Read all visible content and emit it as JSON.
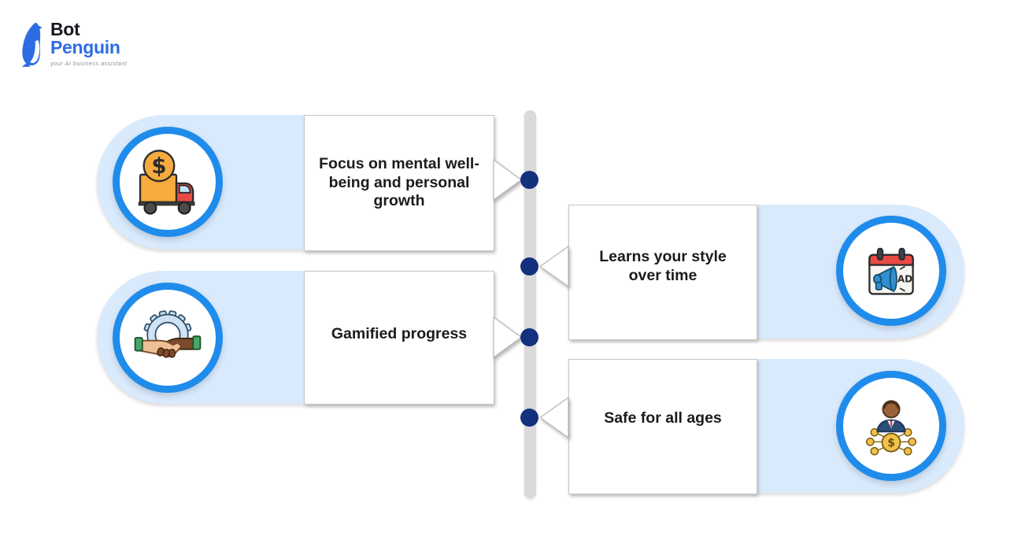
{
  "logo": {
    "name_top": "Bot",
    "name_bottom": "Penguin",
    "tagline": "your AI business assistant"
  },
  "colors": {
    "brand_blue": "#2d6de4",
    "accent_ring_blue": "#1f8ceb",
    "pill_light_blue": "#d9eafc",
    "timeline_gray": "#dbd9d9",
    "dot_navy": "#14317e",
    "card_text": "#1b1b1b"
  },
  "timeline": {
    "dot_count": 4
  },
  "features": [
    {
      "position": "left-top",
      "label": "Focus on mental well-being and personal growth",
      "icon": "money-truck-icon"
    },
    {
      "position": "left-bottom",
      "label": "Gamified progress",
      "icon": "handshake-gear-icon"
    },
    {
      "position": "right-top",
      "label": "Learns your style over time",
      "icon": "calendar-ad-icon"
    },
    {
      "position": "right-bottom",
      "label": "Safe for all ages",
      "icon": "person-network-icon"
    }
  ]
}
